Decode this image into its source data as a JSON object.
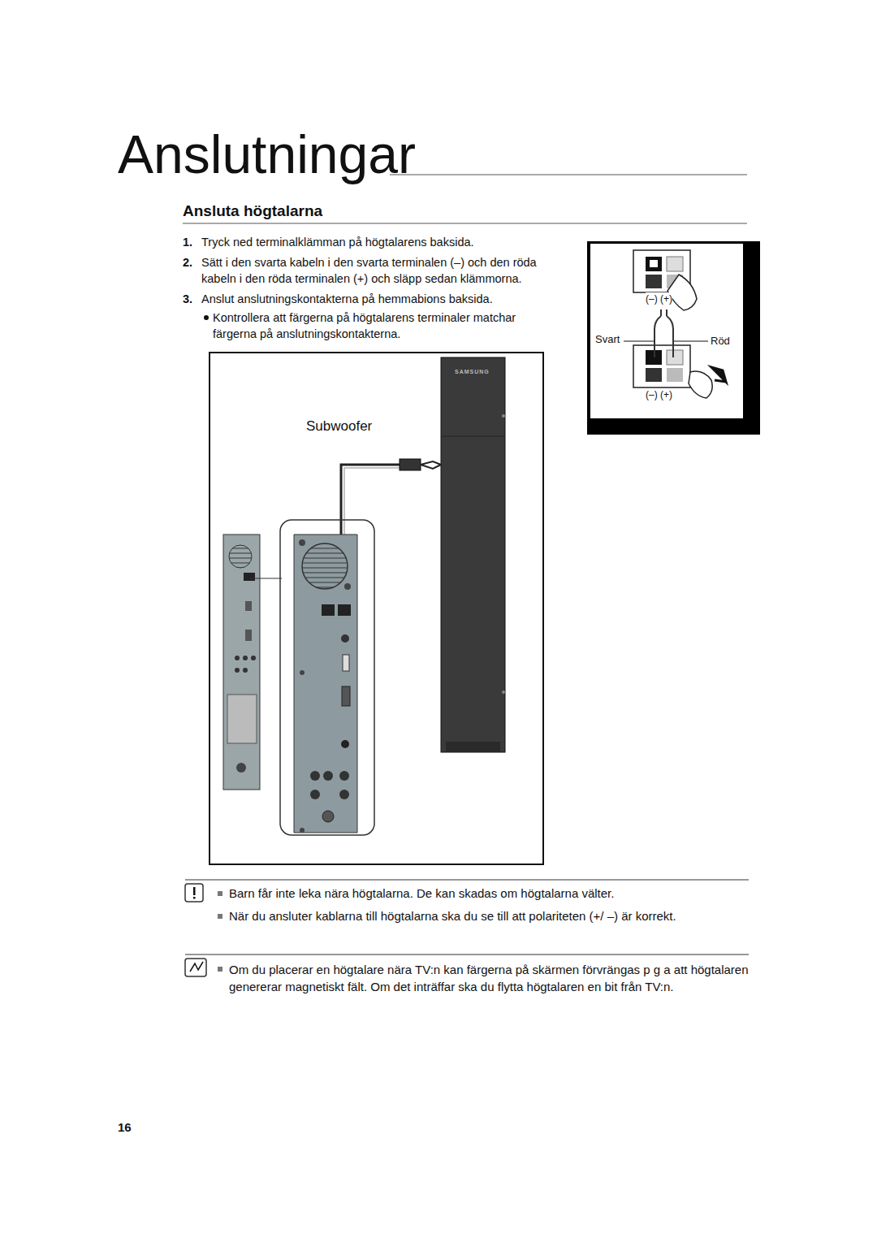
{
  "diagram": {
    "title": "Anslutningar",
    "nodes": [
      {
        "text": [
          "Subwoofer"
        ]
      },
      {
        "text": [
          "(–) (+)",
          "Svart",
          "Röd",
          "(–) (+)"
        ]
      }
    ],
    "labels": [
      "Ansluta högtalarna",
      "1.",
      "Tryck ned terminalklämman på högtalarens baksida.",
      "2.",
      "Sätt i den svarta kabeln i den svarta terminalen (–) och den röda kabeln i den röda terminalen (+) och släpp sedan klämmorna.",
      "3.",
      "Anslut anslutningskontakterna på hemmabions baksida.",
      "Kontrollera att färgerna på högtalarens terminaler matchar färgerna på anslutningskontakterna.",
      "SAMSUNG",
      "Barn får inte leka nära högtalarna. De kan skadas om högtalarna välter.",
      "När du ansluter kablarna till högtalarna ska du se till att polariteten (+/ –) är korrekt.",
      "Om du placerar en högtalare nära TV:n kan färgerna på skärmen förvrängas p g a att högtalaren genererar magnetiskt fält. Om det inträffar ska du flytta högtalaren en bit från TV:n.",
      "16"
    ]
  }
}
